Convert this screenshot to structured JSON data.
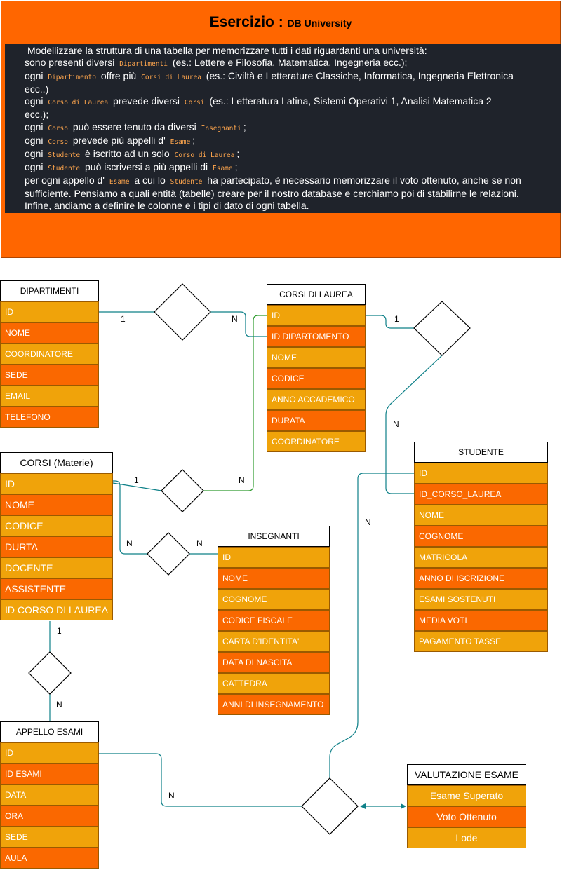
{
  "header": {
    "title": "Esercizio : ",
    "subtitle": "DB University",
    "lines": [
      [
        {
          "t": "Modellizzare la struttura di una tabella per memorizzare tutti i dati riguardanti una università:"
        }
      ],
      [
        {
          "t": "sono presenti diversi "
        },
        {
          "c": "Dipartimenti"
        },
        {
          "t": " (es.: Lettere e Filosofia, Matematica, Ingegneria ecc.);"
        }
      ],
      [
        {
          "t": "ogni "
        },
        {
          "c": "Dipartimento"
        },
        {
          "t": " offre più "
        },
        {
          "c": "Corsi di Laurea"
        },
        {
          "t": " (es.: Civiltà e Letterature Classiche, Informatica, Ingegneria Elettronica"
        }
      ],
      [
        {
          "t": "ecc..)"
        }
      ],
      [
        {
          "t": "ogni "
        },
        {
          "c": "Corso di Laurea"
        },
        {
          "t": " prevede diversi "
        },
        {
          "c": "Corsi"
        },
        {
          "t": " (es.: Letteratura Latina, Sistemi Operativi 1, Analisi Matematica 2"
        }
      ],
      [
        {
          "t": "ecc.);"
        }
      ],
      [
        {
          "t": "ogni "
        },
        {
          "c": "Corso"
        },
        {
          "t": " può essere tenuto da diversi "
        },
        {
          "c": "Insegnanti"
        },
        {
          "t": ";"
        }
      ],
      [
        {
          "t": "ogni "
        },
        {
          "c": "Corso"
        },
        {
          "t": " prevede più appelli d' "
        },
        {
          "c": "Esame"
        },
        {
          "t": ";"
        }
      ],
      [
        {
          "t": "ogni "
        },
        {
          "c": "Studente"
        },
        {
          "t": " è iscritto ad un solo "
        },
        {
          "c": "Corso di Laurea"
        },
        {
          "t": ";"
        }
      ],
      [
        {
          "t": "ogni "
        },
        {
          "c": "Studente"
        },
        {
          "t": " può iscriversi a più appelli di "
        },
        {
          "c": "Esame"
        },
        {
          "t": ";"
        }
      ],
      [
        {
          "t": "per ogni appello d' "
        },
        {
          "c": "Esame"
        },
        {
          "t": " a cui lo "
        },
        {
          "c": "Studente"
        },
        {
          "t": " ha partecipato, è necessario memorizzare il voto ottenuto, anche se non"
        }
      ],
      [
        {
          "t": "sufficiente. Pensiamo a quali entità (tabelle) creare per il nostro database e cerchiamo poi di stabilirne le relazioni."
        }
      ],
      [
        {
          "t": "Infine, andiamo a definire le colonne e i tipi di dato di ogni tabella."
        }
      ]
    ]
  },
  "entities": {
    "dipartimenti": {
      "title": "DIPARTIMENTI",
      "fields": [
        "ID",
        "NOME",
        "COORDINATORE",
        "SEDE",
        "EMAIL",
        "TELEFONO"
      ]
    },
    "corsi_di_laurea": {
      "title": "CORSI DI LAUREA",
      "fields": [
        "ID",
        "ID DIPARTOMENTO",
        "NOME",
        "CODICE",
        "ANNO ACCADEMICO",
        "DURATA",
        "COORDINATORE"
      ]
    },
    "corsi": {
      "title": "CORSI (Materie)",
      "fields": [
        "ID",
        "NOME",
        "CODICE",
        "DURTA",
        "DOCENTE",
        "ASSISTENTE",
        "ID CORSO DI LAUREA"
      ]
    },
    "insegnanti": {
      "title": "INSEGNANTI",
      "fields": [
        "ID",
        "NOME",
        "COGNOME",
        "CODICE FISCALE",
        "CARTA D'IDENTITA'",
        "DATA DI NASCITA",
        "CATTEDRA",
        "ANNI DI INSEGNAMENTO"
      ]
    },
    "studente": {
      "title": "STUDENTE",
      "fields": [
        "ID",
        "ID_CORSO_LAUREA",
        "NOME",
        "COGNOME",
        "MATRICOLA",
        "ANNO DI ISCRIZIONE",
        "ESAMI SOSTENUTI",
        "MEDIA VOTI",
        "PAGAMENTO TASSE"
      ]
    },
    "appello_esami": {
      "title": "APPELLO ESAMI",
      "fields": [
        "ID",
        "ID ESAMI",
        "DATA",
        "ORA",
        "SEDE",
        "AULA"
      ]
    },
    "valutazione_esame": {
      "title": "VALUTAZIONE ESAME",
      "fields": [
        "Esame Superato",
        "Voto Ottenuto",
        "Lode"
      ]
    }
  },
  "cardinalities": {
    "dip_one": "1",
    "dip_n": "N",
    "cdl_one": "1",
    "cdl_n": "N",
    "corsi_cdl_one": "1",
    "corsi_cdl_n": "N",
    "corsi_ins_n1": "N",
    "corsi_ins_n2": "N",
    "corsi_app_one": "1",
    "corsi_app_n": "N",
    "stud_val_n": "N",
    "app_val_n": "N"
  },
  "colors": {
    "row_a": "#f0a30a",
    "row_b": "#fa6800",
    "line_teal": "#0e8088",
    "line_green": "#2d9b2d",
    "header_bg": "#ff6600",
    "desc_bg": "#1f232b"
  }
}
